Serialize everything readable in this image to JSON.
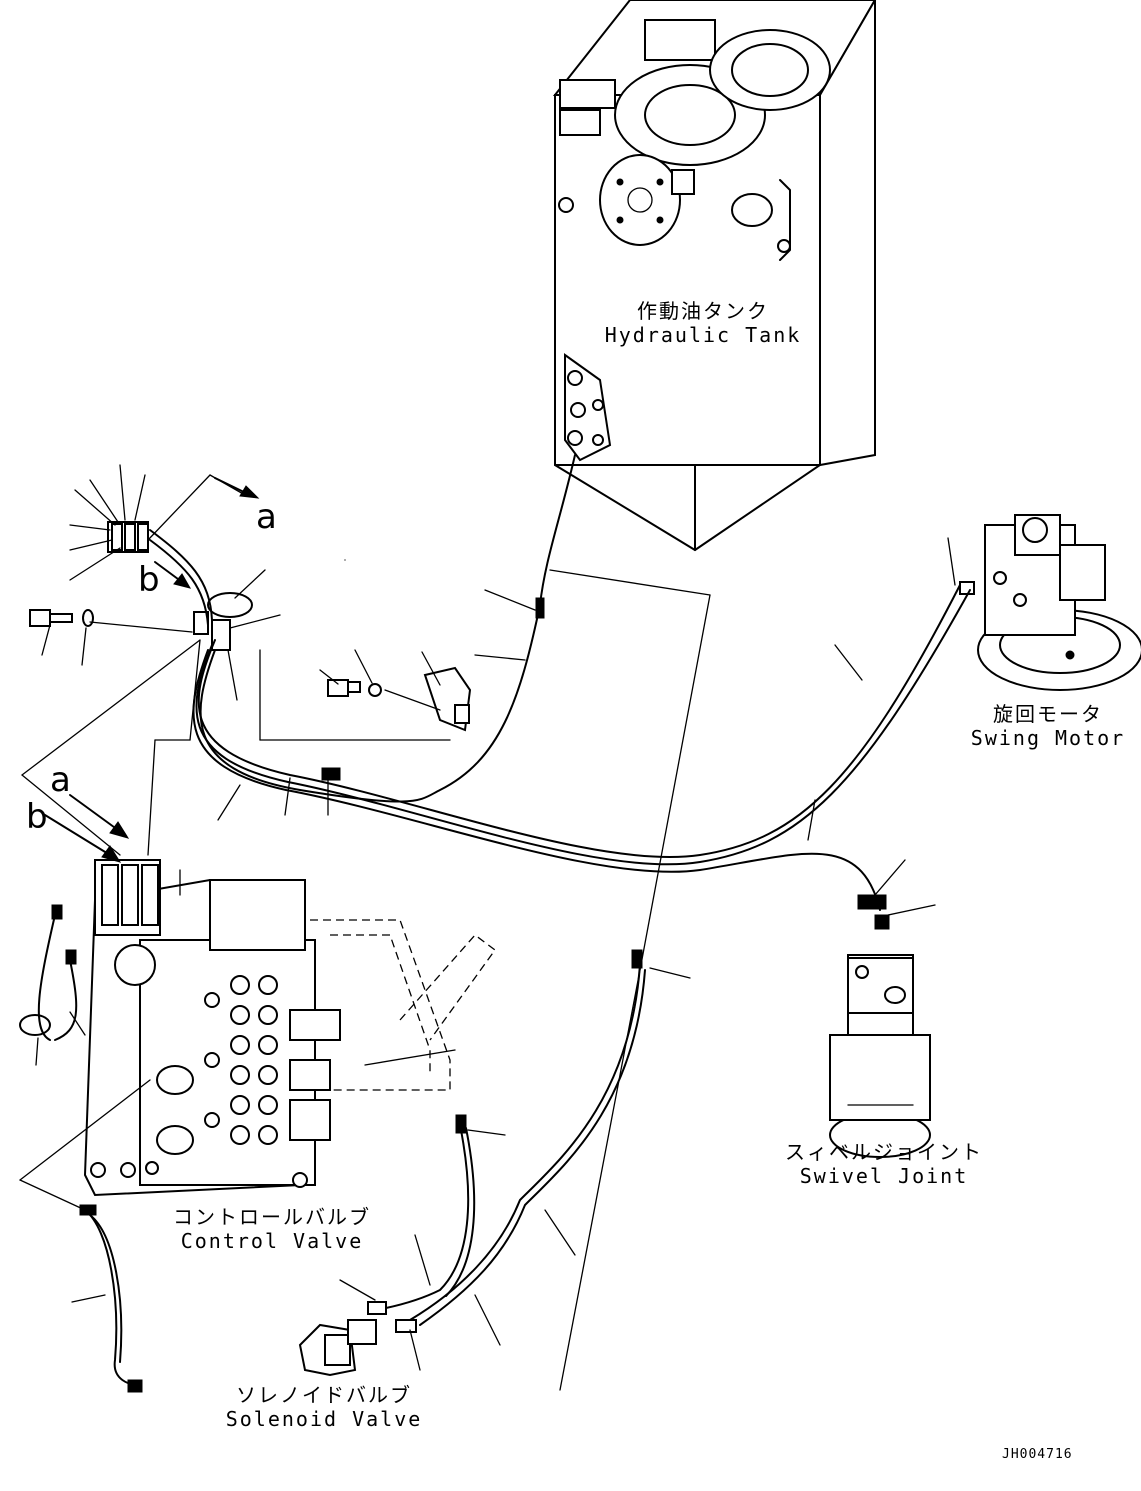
{
  "components": {
    "hydraulic_tank": {
      "jp": "作動油タンク",
      "en": "Hydraulic Tank"
    },
    "swing_motor": {
      "jp": "旋回モータ",
      "en": "Swing Motor"
    },
    "swivel_joint": {
      "jp": "スィベルジョイント",
      "en": "Swivel Joint"
    },
    "control_valve": {
      "jp": "コントロールバルブ",
      "en": "Control Valve"
    },
    "solenoid_valve": {
      "jp": "ソレノイドバルブ",
      "en": "Solenoid Valve"
    }
  },
  "callouts": {
    "a_top": "a",
    "b_top": "b",
    "a_left": "a",
    "b_left": "b"
  },
  "drawing_code": "JH004716"
}
